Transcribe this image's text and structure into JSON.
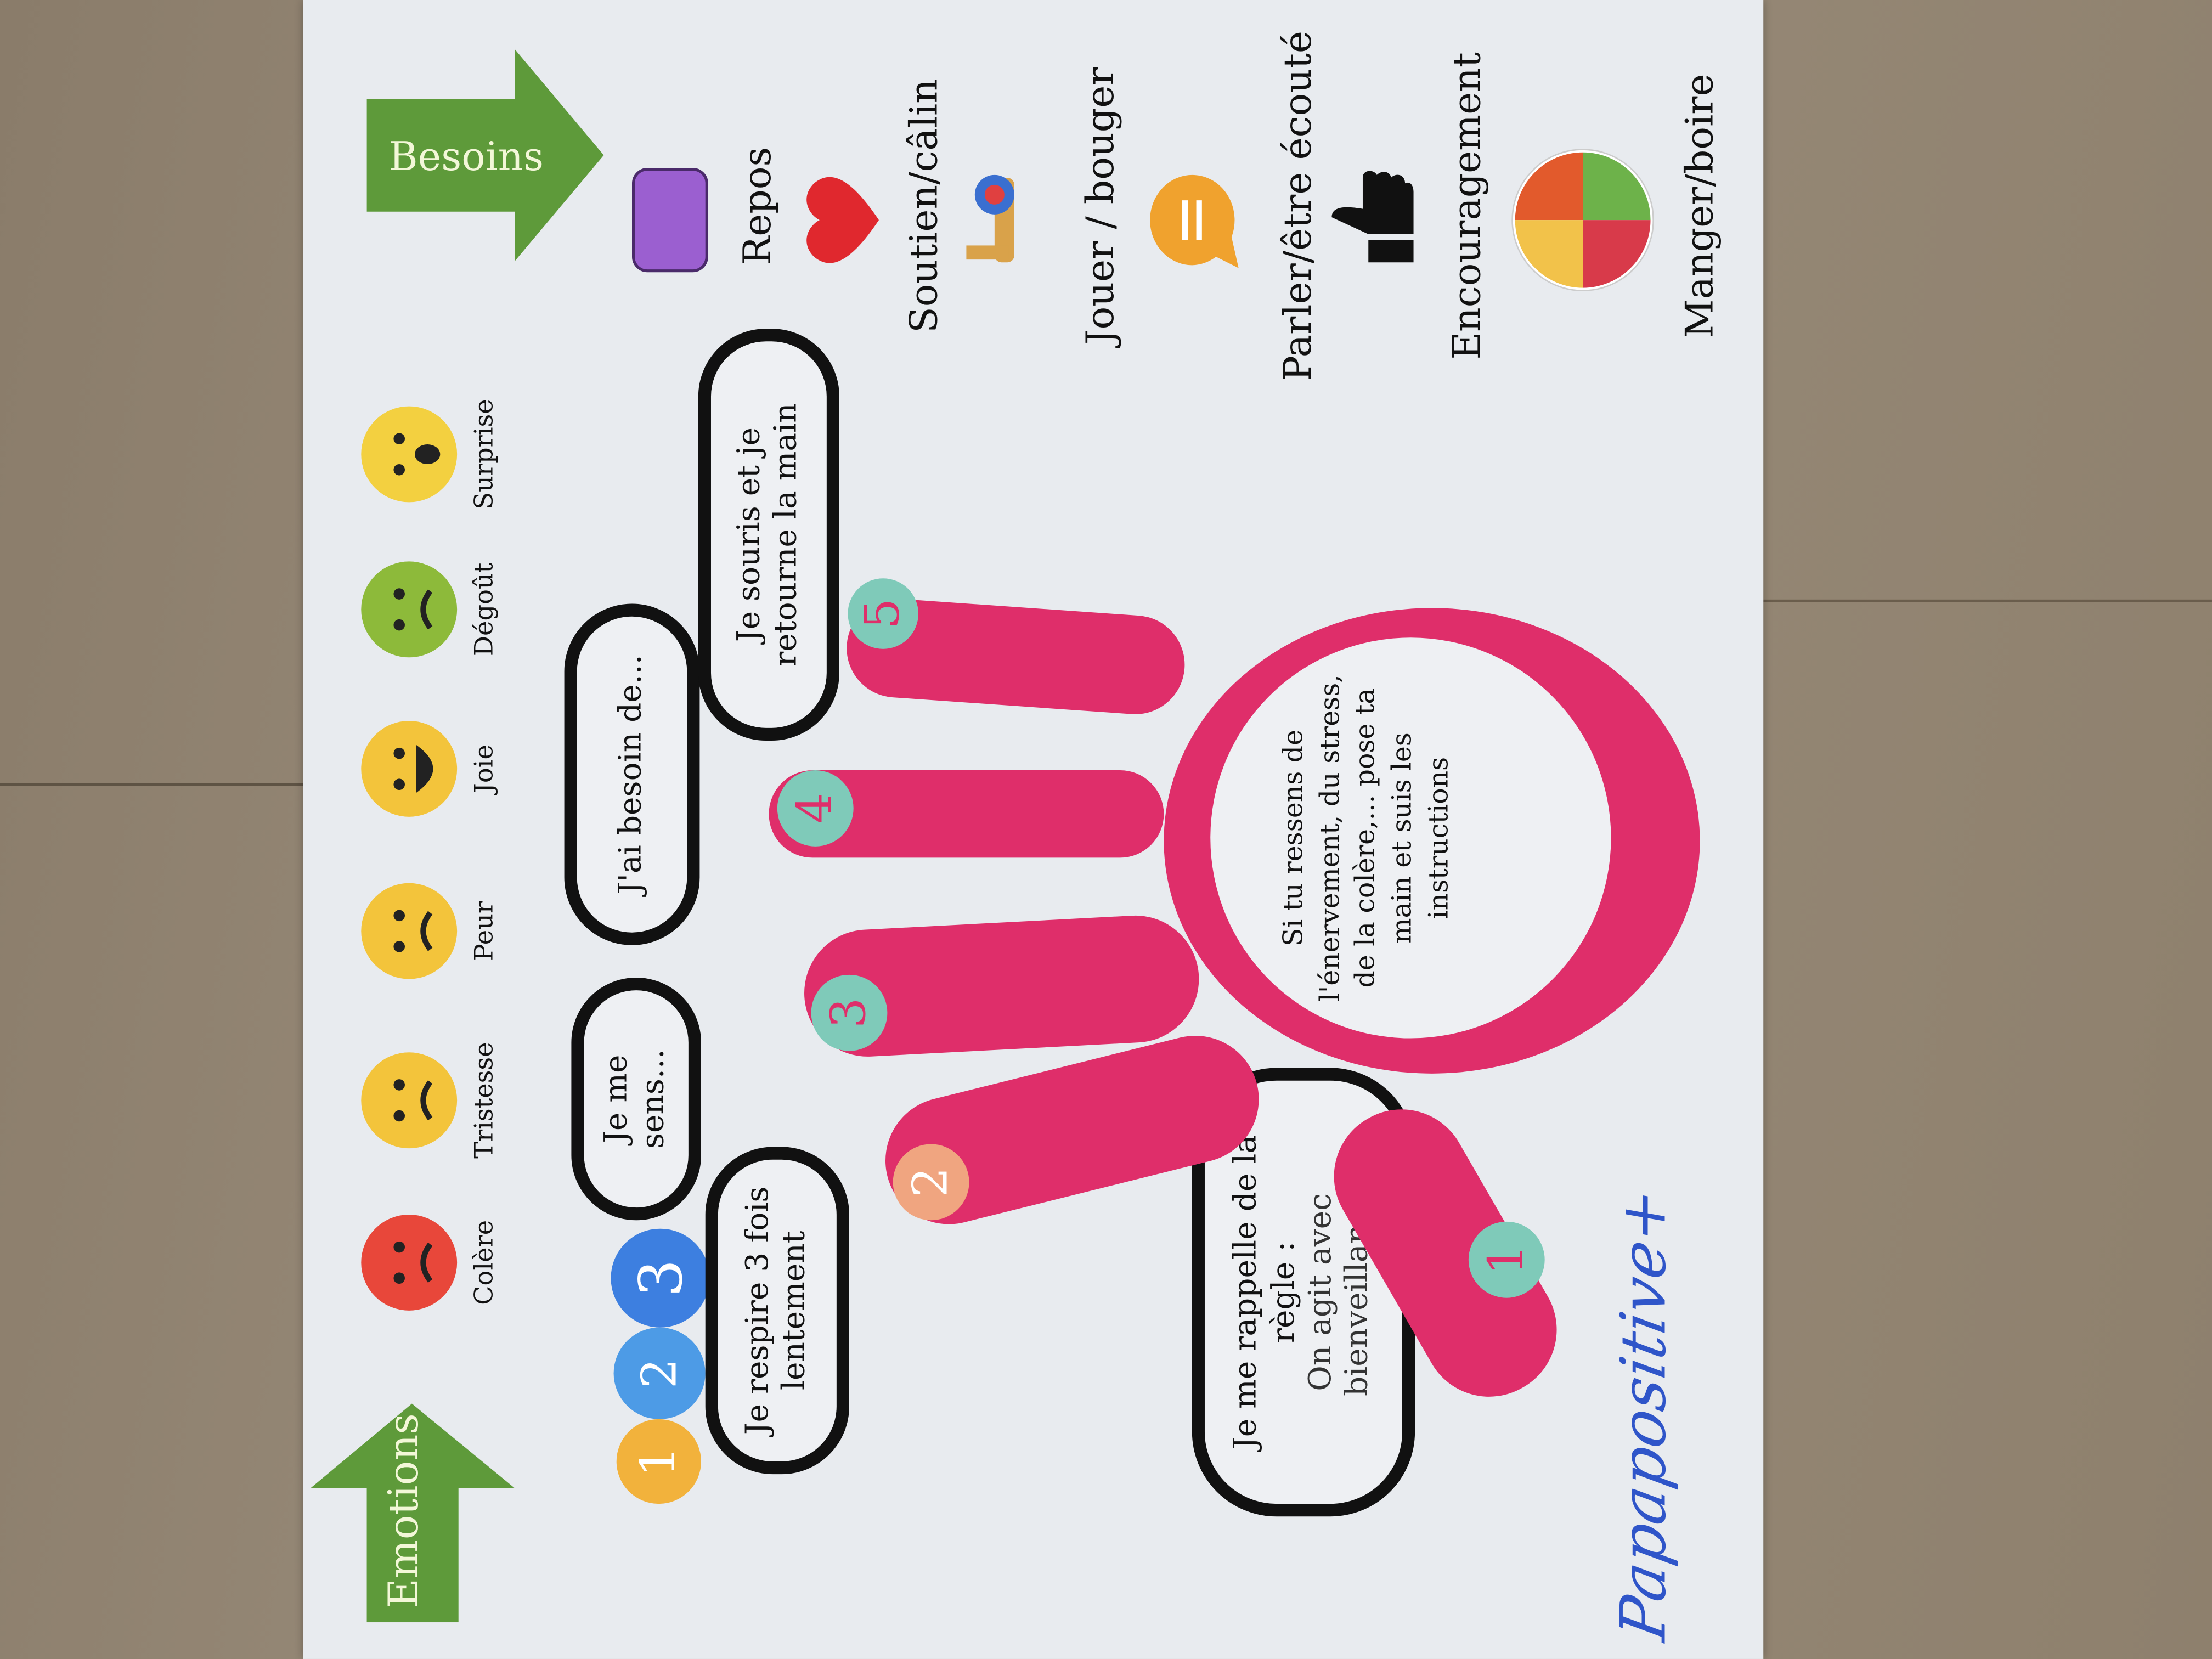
{
  "colors": {
    "green": "#5e9a3a",
    "pink": "#df2e6a",
    "teal": "#7fcab9",
    "blue": "#2f55c9",
    "paper": "#e8ebef"
  },
  "emotions": {
    "title": "Emotions",
    "items": [
      {
        "label": "Colère",
        "icon": "angry-face-icon",
        "color": "#e8473a"
      },
      {
        "label": "Tristesse",
        "icon": "crying-face-icon",
        "color": "#f3c43b"
      },
      {
        "label": "Peur",
        "icon": "fearful-face-icon",
        "color": "#f3c43b"
      },
      {
        "label": "Joie",
        "icon": "laughing-face-icon",
        "color": "#f3c43b"
      },
      {
        "label": "Dégoût",
        "icon": "nauseated-face-icon",
        "color": "#8dba3a"
      },
      {
        "label": "Surprise",
        "icon": "surprised-face-icon",
        "color": "#f3d040"
      }
    ]
  },
  "counter": [
    "1",
    "2",
    "3"
  ],
  "steps": {
    "breathe": "Je respire 3 fois lentement",
    "feel": "Je me sens...",
    "need": "J'ai besoin de...",
    "smile": "Je souris et je retourne la main",
    "rule_line1": "Je me rappelle de la règle :",
    "rule_line2": "On agit avec bienveillance"
  },
  "fingers": [
    "1",
    "2",
    "3",
    "4",
    "5"
  ],
  "palm_text": "Si tu ressens de l'énervement, du stress, de la colère,... pose ta main et suis les instructions",
  "needs": {
    "title": "Besoins",
    "items": [
      {
        "label": "Repos",
        "icon": "pillow-icon"
      },
      {
        "label": "Soutien/câlin",
        "icon": "heart-icon"
      },
      {
        "label": "Jouer / bouger",
        "icon": "toy-giraffe-icon"
      },
      {
        "label": "Parler/être écouté",
        "icon": "speech-bubble-icon"
      },
      {
        "label": "Encouragement",
        "icon": "thumbs-up-icon"
      },
      {
        "label": "Manger/boire",
        "icon": "food-plate-icon"
      }
    ]
  },
  "logo": "Papapositive+"
}
